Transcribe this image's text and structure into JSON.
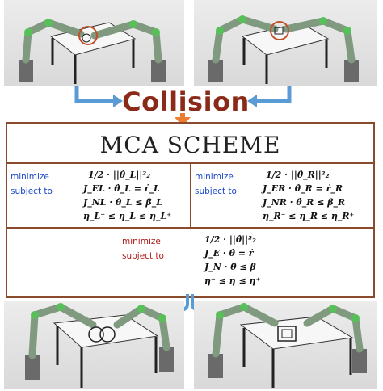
{
  "top_label": "Collision",
  "scheme": {
    "title": "MCA SCHEME",
    "left": {
      "minimize": "minimize",
      "subject_to": "subject to",
      "objective": "1/2 · ||θ̇_L||²₂",
      "c1": "J_EL · θ̇_L = ṙ_L",
      "c2": "J_NL · θ̇_L ≤ β_L",
      "c3": "η_L⁻ ≤ η_L ≤ η_L⁺"
    },
    "right": {
      "minimize": "minimize",
      "subject_to": "subject to",
      "objective": "1/2 · ||θ̇_R||²₂",
      "c1": "J_ER · θ̇_R = ṙ_R",
      "c2": "J_NR · θ̇_R ≤ β_R",
      "c3": "η_R⁻ ≤ η_R ≤ η_R⁺"
    },
    "combined": {
      "minimize": "minimize",
      "subject_to": "subject to",
      "objective": "1/2 · ||θ̇||²₂",
      "c1": "J_E · θ̇ = ṙ",
      "c2": "J_N · θ̇ ≤ β",
      "c3": "η⁻ ≤ η ≤ η⁺"
    }
  },
  "colors": {
    "arrow_blue": "#5b9bd5",
    "arrow_orange": "#ed7d31",
    "border_brown": "#8b4a2b",
    "headline": "#8b2a18",
    "label_blue": "#1b49c9",
    "label_red": "#b01919"
  }
}
